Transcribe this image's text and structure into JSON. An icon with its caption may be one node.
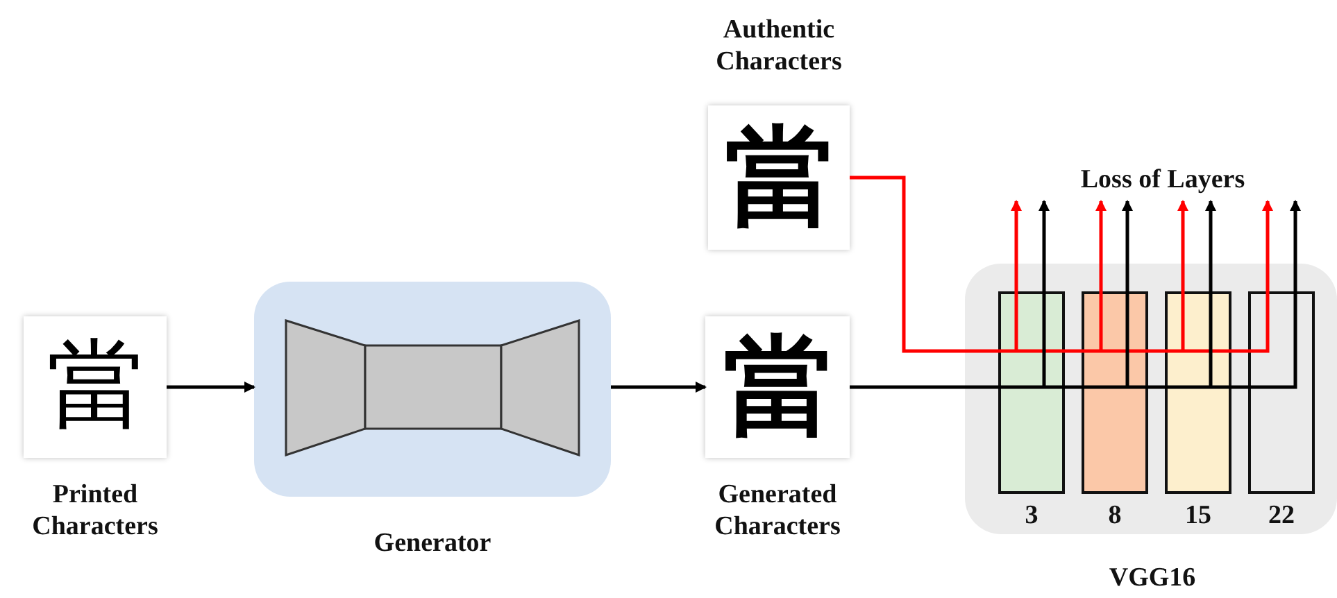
{
  "diagram": {
    "nodes": [
      {
        "text": [
          "當"
        ],
        "beside": [
          "Printed Characters"
        ]
      },
      {
        "text": [],
        "shape": "box",
        "beside": [
          "Generator"
        ]
      },
      {
        "text": [
          "當"
        ],
        "beside": [
          "Generated Characters"
        ]
      },
      {
        "text": [
          "當"
        ],
        "beside": [
          "Authentic Characters"
        ]
      },
      {
        "text": [],
        "shape": "box",
        "beside": [
          "VGG16"
        ]
      },
      {
        "text": [],
        "shape": "box",
        "beside": [
          "3"
        ],
        "in": 4
      },
      {
        "text": [],
        "shape": "box",
        "beside": [
          "8"
        ],
        "in": 4
      },
      {
        "text": [],
        "shape": "box",
        "beside": [
          "15"
        ],
        "in": 4
      },
      {
        "text": [],
        "shape": "box",
        "beside": [
          "22"
        ],
        "in": 4
      },
      {
        "text": [
          "Loss of Layers"
        ]
      }
    ],
    "edges": [
      {
        "from": 0,
        "to": 1,
        "arrow": "to"
      },
      {
        "from": 1,
        "to": 2,
        "arrow": "to"
      },
      {
        "from": 2,
        "to": 5,
        "arrow": "none"
      },
      {
        "from": 5,
        "to": 6,
        "arrow": "none"
      },
      {
        "from": 6,
        "to": 7,
        "arrow": "none"
      },
      {
        "from": 7,
        "to": 8,
        "arrow": "none"
      },
      {
        "from": 3,
        "to": 5,
        "arrow": "none",
        "color": "#ff0000"
      },
      {
        "from": 5,
        "to": 6,
        "arrow": "none",
        "color": "#ff0000"
      },
      {
        "from": 6,
        "to": 7,
        "arrow": "none",
        "color": "#ff0000"
      },
      {
        "from": 7,
        "to": 8,
        "arrow": "none",
        "color": "#ff0000"
      },
      {
        "from": 5,
        "to": 9,
        "arrow": "to",
        "color": "#ff0000"
      },
      {
        "from": 5,
        "to": 9,
        "arrow": "to"
      },
      {
        "from": 6,
        "to": 9,
        "arrow": "to",
        "color": "#ff0000"
      },
      {
        "from": 6,
        "to": 9,
        "arrow": "to"
      },
      {
        "from": 7,
        "to": 9,
        "arrow": "to",
        "color": "#ff0000"
      },
      {
        "from": 7,
        "to": 9,
        "arrow": "to"
      },
      {
        "from": 8,
        "to": 9,
        "arrow": "to",
        "color": "#ff0000"
      },
      {
        "from": 8,
        "to": 9,
        "arrow": "to"
      }
    ]
  }
}
